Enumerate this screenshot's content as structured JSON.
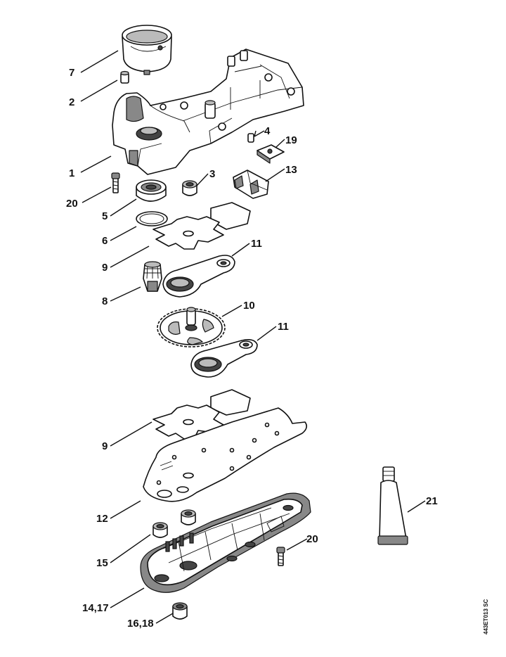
{
  "diagram": {
    "code": "443ET013 SC",
    "labels": [
      {
        "id": "7",
        "text": "7"
      },
      {
        "id": "2",
        "text": "2"
      },
      {
        "id": "1",
        "text": "1"
      },
      {
        "id": "20a",
        "text": "20"
      },
      {
        "id": "4",
        "text": "4"
      },
      {
        "id": "19",
        "text": "19"
      },
      {
        "id": "13",
        "text": "13"
      },
      {
        "id": "3",
        "text": "3"
      },
      {
        "id": "5",
        "text": "5"
      },
      {
        "id": "6",
        "text": "6"
      },
      {
        "id": "9a",
        "text": "9"
      },
      {
        "id": "11a",
        "text": "11"
      },
      {
        "id": "8",
        "text": "8"
      },
      {
        "id": "10",
        "text": "10"
      },
      {
        "id": "11b",
        "text": "11"
      },
      {
        "id": "9b",
        "text": "9"
      },
      {
        "id": "12",
        "text": "12"
      },
      {
        "id": "21",
        "text": "21"
      },
      {
        "id": "15",
        "text": "15"
      },
      {
        "id": "20b",
        "text": "20"
      },
      {
        "id": "14_17",
        "text": "14,17"
      },
      {
        "id": "16_18",
        "text": "16,18"
      }
    ]
  }
}
